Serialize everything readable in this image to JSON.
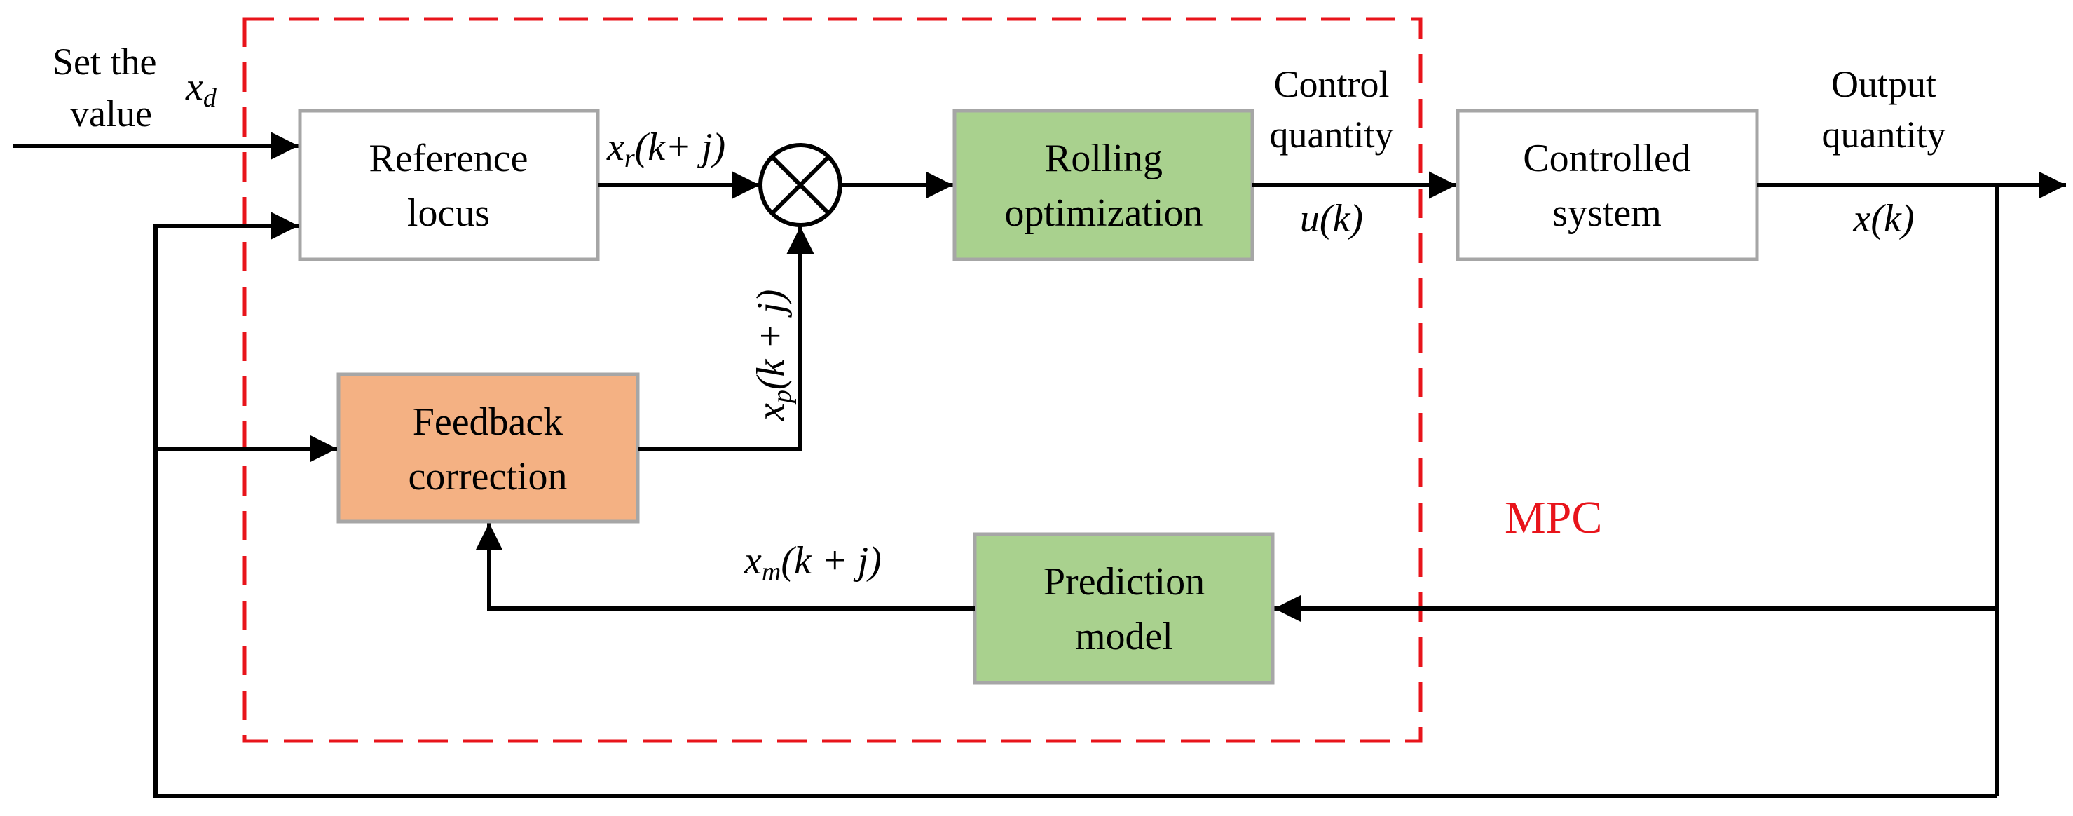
{
  "diagram": {
    "mpc_label": "MPC",
    "setpoint": {
      "line1": "Set the",
      "line2": "value",
      "symbol": "x",
      "subscript": "d"
    },
    "blocks": {
      "reference": {
        "line1": "Reference",
        "line2": "locus",
        "fill": "#ffffff",
        "border": "#a6a6a6"
      },
      "rolling": {
        "line1": "Rolling",
        "line2": "optimization",
        "fill": "#a9d18e",
        "border": "#a6a6a6"
      },
      "controlled": {
        "line1": "Controlled",
        "line2": "system",
        "fill": "#ffffff",
        "border": "#a6a6a6"
      },
      "feedback": {
        "line1": "Feedback",
        "line2": "correction",
        "fill": "#f4b183",
        "border": "#a6a6a6"
      },
      "prediction": {
        "line1": "Prediction",
        "line2": "model",
        "fill": "#a9d18e",
        "border": "#a6a6a6"
      }
    },
    "signals": {
      "xr": {
        "symbol": "x",
        "subscript": "r",
        "argument": "(k+ j)"
      },
      "xp": {
        "symbol": "x",
        "subscript": "p",
        "argument": "(k + j)"
      },
      "xm": {
        "symbol": "x",
        "subscript": "m",
        "argument": "(k + j)"
      },
      "control": {
        "line1": "Control",
        "line2": "quantity",
        "symbol": "u(k)"
      },
      "output": {
        "line1": "Output",
        "line2": "quantity",
        "symbol": "x(k)"
      }
    },
    "colors": {
      "mpc_boundary": "#e8141b",
      "wire": "#000000"
    }
  }
}
